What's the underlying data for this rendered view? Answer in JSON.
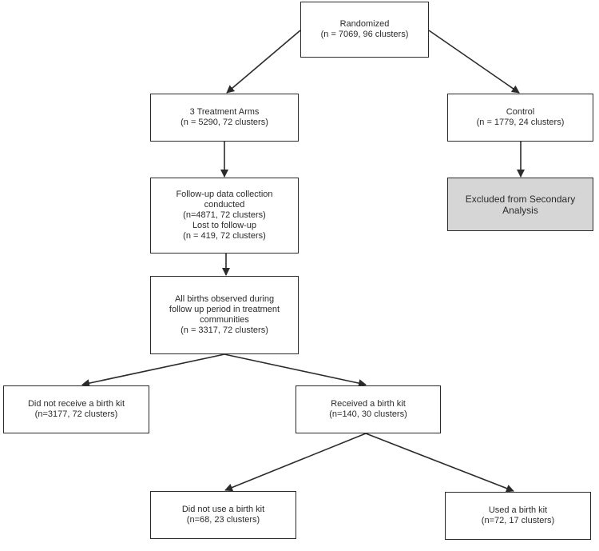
{
  "boxes": {
    "randomized": {
      "line1": "Randomized",
      "line2": "(n = 7069, 96 clusters)"
    },
    "treatment": {
      "line1": "3 Treatment Arms",
      "line2": "(n = 5290, 72 clusters)"
    },
    "control": {
      "line1": "Control",
      "line2": "(n = 1779, 24 clusters)"
    },
    "excluded": {
      "line1": "Excluded from Secondary",
      "line2": "Analysis"
    },
    "followup": {
      "line1": "Follow-up data collection",
      "line2": "conducted",
      "line3": "(n=4871, 72 clusters)",
      "line4": "Lost to follow-up",
      "line5": "(n = 419, 72 clusters)"
    },
    "births": {
      "line1": "All births observed during",
      "line2": "follow up period in treatment",
      "line3": "communities",
      "line4": "(n = 3317, 72 clusters)"
    },
    "no_kit": {
      "line1": "Did not receive a birth kit",
      "line2": "(n=3177, 72 clusters)"
    },
    "received_kit": {
      "line1": "Received a birth kit",
      "line2": "(n=140, 30 clusters)"
    },
    "did_not_use": {
      "line1": "Did not use a birth kit",
      "line2": "(n=68, 23 clusters)"
    },
    "used": {
      "line1": "Used a birth kit",
      "line2": "(n=72, 17 clusters)"
    }
  },
  "colors": {
    "line": "#2b2b2b",
    "excluded_fill": "#d6d6d6"
  }
}
